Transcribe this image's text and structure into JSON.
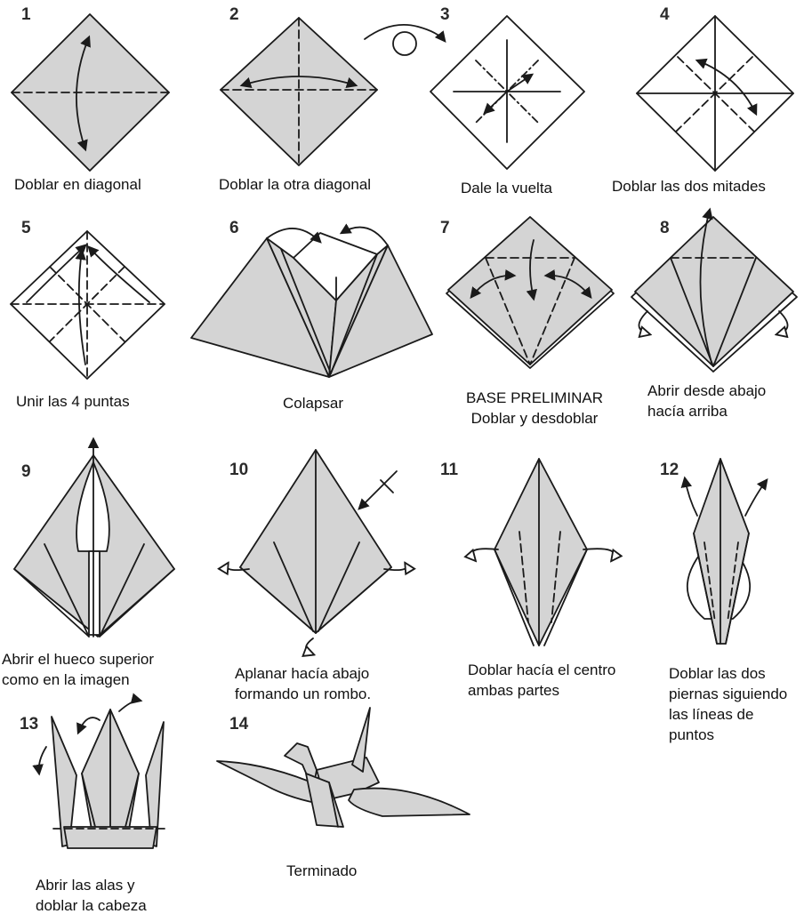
{
  "steps": [
    {
      "number": "1",
      "caption": [
        "Doblar en diagonal"
      ]
    },
    {
      "number": "2",
      "caption": [
        "Doblar la otra diagonal"
      ]
    },
    {
      "number": "3",
      "caption": [
        "Dale la vuelta"
      ]
    },
    {
      "number": "4",
      "caption": [
        "Doblar las dos mitades"
      ]
    },
    {
      "number": "5",
      "caption": [
        "Unir las 4 puntas"
      ]
    },
    {
      "number": "6",
      "caption": [
        "Colapsar"
      ]
    },
    {
      "number": "7",
      "caption": [
        "BASE PRELIMINAR",
        "Doblar y desdoblar"
      ]
    },
    {
      "number": "8",
      "caption": [
        "Abrir desde abajo",
        "hacía arriba"
      ]
    },
    {
      "number": "9",
      "caption": [
        "Abrir el hueco superior",
        "como en la imagen"
      ]
    },
    {
      "number": "10",
      "caption": [
        "Aplanar hacía abajo",
        "formando un rombo."
      ]
    },
    {
      "number": "11",
      "caption": [
        "Doblar hacía el centro",
        "ambas partes"
      ]
    },
    {
      "number": "12",
      "caption": [
        "Doblar las dos",
        "piernas siguiendo",
        "las líneas de",
        "puntos"
      ]
    },
    {
      "number": "13",
      "caption": [
        "Abrir las alas y",
        "doblar la cabeza"
      ]
    },
    {
      "number": "14",
      "caption": [
        "Terminado"
      ]
    }
  ],
  "colors": {
    "paper": "#d4d4d4",
    "line": "#1a1a1a",
    "background": "#ffffff"
  }
}
